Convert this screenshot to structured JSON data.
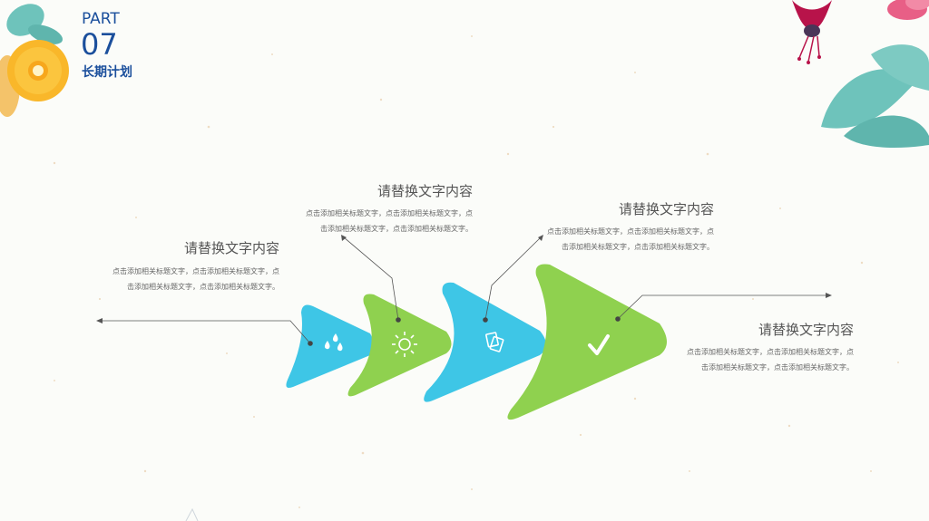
{
  "header": {
    "part_label": "PART",
    "part_number": "07",
    "section_title": "长期计划"
  },
  "items": [
    {
      "title": "请替换文字内容",
      "body": "点击添加相关标题文字，点击添加相关标题文字，点击添加相关标题文字，点击添加相关标题文字。",
      "icon": "droplets-icon"
    },
    {
      "title": "请替换文字内容",
      "body": "点击添加相关标题文字，点击添加相关标题文字，点击添加相关标题文字，点击添加相关标题文字。",
      "icon": "sun-icon"
    },
    {
      "title": "请替换文字内容",
      "body": "点击添加相关标题文字，点击添加相关标题文字，点击添加相关标题文字，点击添加相关标题文字。",
      "icon": "documents-icon"
    },
    {
      "title": "请替换文字内容",
      "body": "点击添加相关标题文字，点击添加相关标题文字，点击添加相关标题文字，点击添加相关标题文字。",
      "icon": "checkmark-icon"
    }
  ],
  "colors": {
    "blue": "#3ec6e6",
    "green": "#8fd14f",
    "header": "#1b4f9c",
    "teal_leaf": "#6ec3bb",
    "orange_flower": "#f9b72a",
    "pink_flower": "#e85f86",
    "magenta_flower": "#b8134a"
  }
}
